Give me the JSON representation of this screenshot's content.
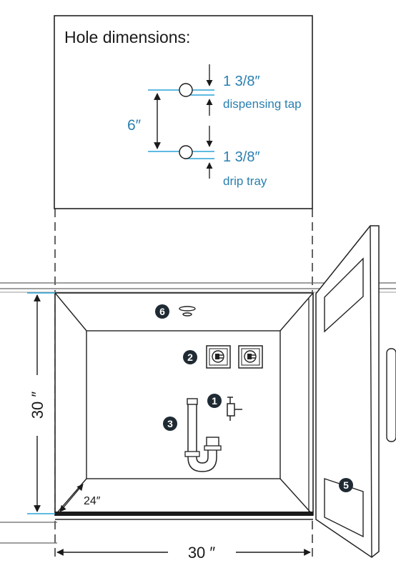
{
  "inset": {
    "title": "Hole dimensions:",
    "spacing": "6″",
    "tap_size": "1 3/8″",
    "tap_label": "dispensing tap",
    "tray_size": "1 3/8″",
    "tray_label": "drip tray"
  },
  "cabinet": {
    "height": "30 ″",
    "width": "30 ″",
    "depth": "24″"
  },
  "markers": [
    "1",
    "2",
    "3",
    "5",
    "6"
  ],
  "colors": {
    "line": "#1a1a1a",
    "accent": "#2aa3d8",
    "marker_fill": "#1f2a33",
    "panel_stroke": "#333333"
  },
  "icons": {
    "outlet_1": "electrical-outlet-icon",
    "outlet_2": "electrical-outlet-icon",
    "valve": "water-valve-icon",
    "drain": "p-trap-drain-icon",
    "vent": "vent-icon"
  }
}
